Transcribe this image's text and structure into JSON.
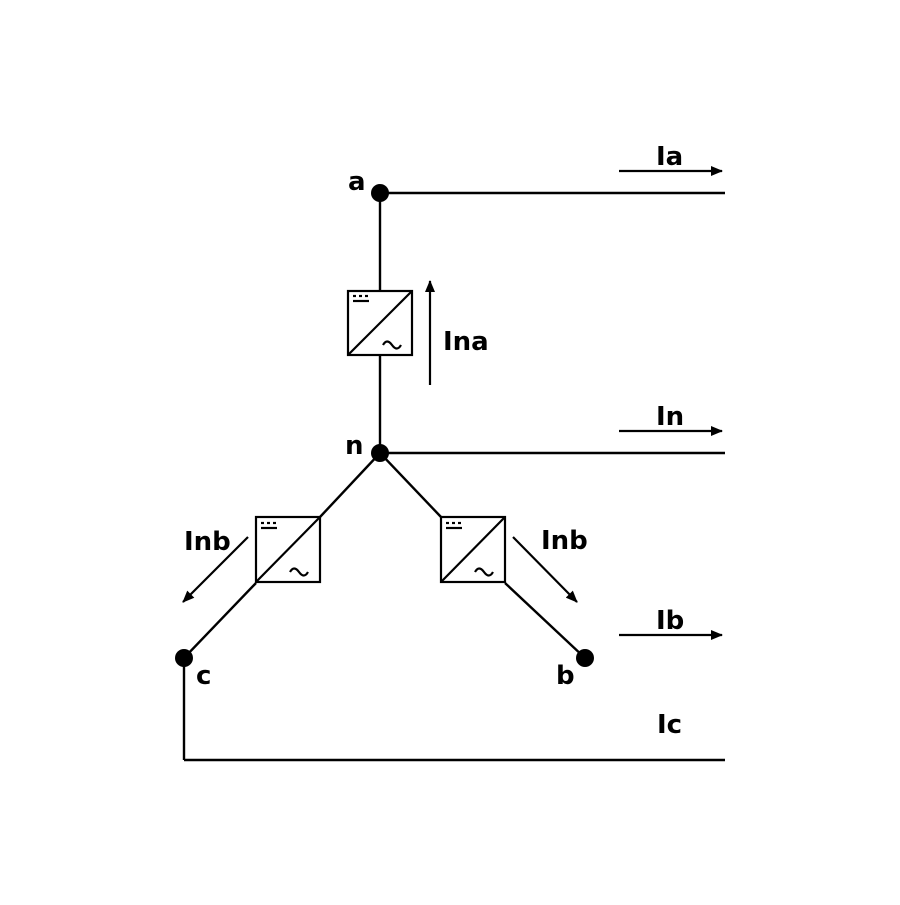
{
  "nodes": {
    "a": "a",
    "n": "n",
    "b": "b",
    "c": "c"
  },
  "currents": {
    "ia": "Ia",
    "in": "In",
    "ib": "Ib",
    "ic": "Ic",
    "ina": "Ina",
    "inb_left": "Inb",
    "inb_right": "Inb"
  },
  "components": {
    "inverter_count": 3,
    "inverter_symbol": "dc-ac-inverter-icon"
  },
  "colors": {
    "line": "#000000",
    "background": "#ffffff"
  }
}
